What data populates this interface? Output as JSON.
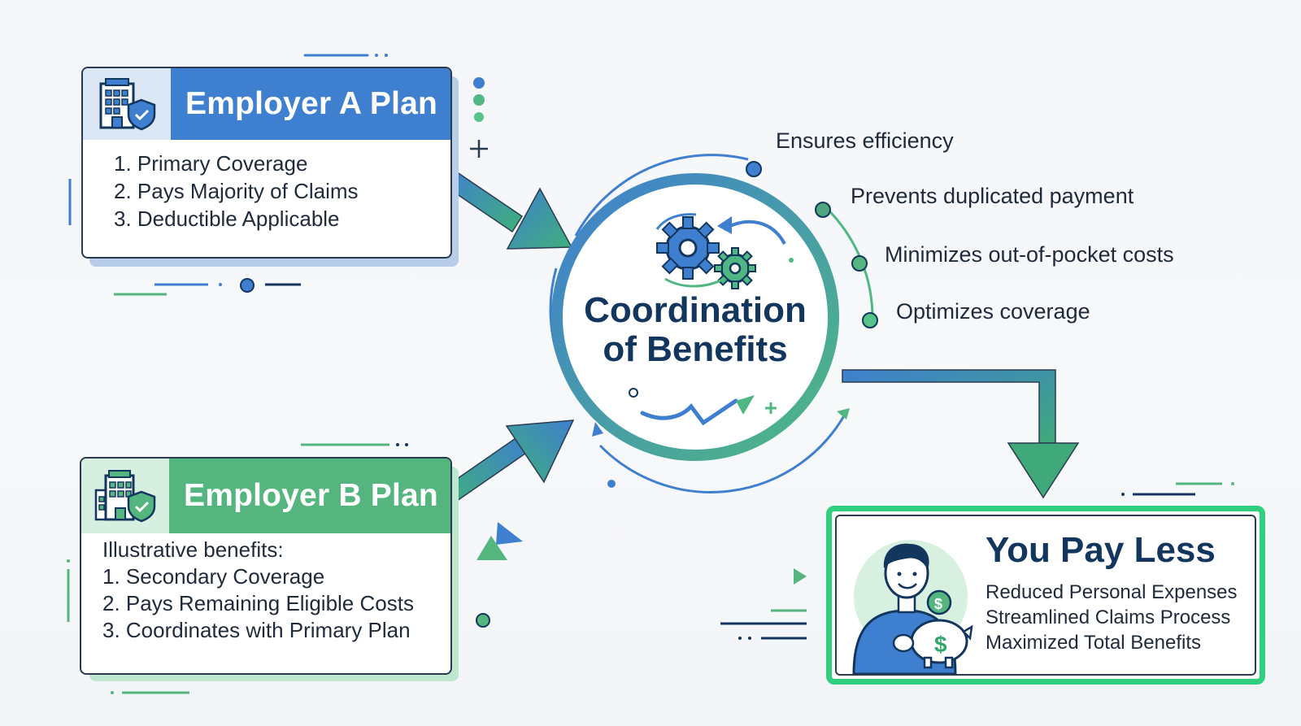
{
  "employer_a": {
    "title": "Employer A Plan",
    "items": [
      "1. Primary Coverage",
      "2. Pays Majority of Claims",
      "3. Deductible Applicable"
    ]
  },
  "employer_b": {
    "title": "Employer B Plan",
    "intro": "Illustrative benefits:",
    "items": [
      "1. Secondary Coverage",
      "2. Pays Remaining Eligible Costs",
      "3. Coordinates with Primary Plan"
    ]
  },
  "hub": {
    "title_line1": "Coordination",
    "title_line2": "of Benefits"
  },
  "benefits": [
    "Ensures efficiency",
    "Prevents duplicated payment",
    "Minimizes out-of-pocket costs",
    "Optimizes coverage"
  ],
  "outcome": {
    "title": "You Pay Less",
    "lines": [
      "Reduced Personal Expenses",
      "Streamlined Claims Process",
      "Maximized Total Benefits"
    ]
  },
  "colors": {
    "blue": "#3f7fcf",
    "green": "#55b57e",
    "navy": "#13365e",
    "bright_green": "#2fcf7e"
  },
  "icons": [
    "building-shield-icon",
    "gears-icon",
    "growth-arrow-icon",
    "person-piggy-bank-icon",
    "dollar-coin-icon"
  ]
}
